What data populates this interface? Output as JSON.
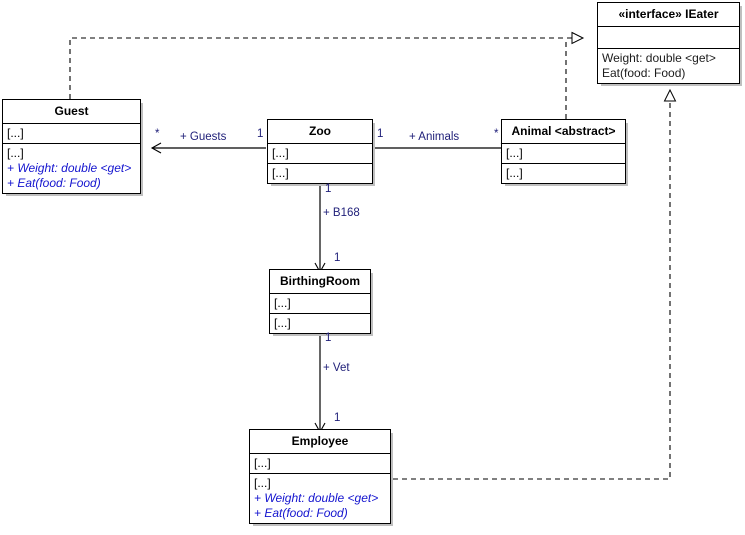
{
  "diagram": {
    "type": "uml-class-diagram",
    "classes": [
      {
        "id": "guest",
        "name": "Guest",
        "attributes": [
          "[...]"
        ],
        "operations": [
          "[...]",
          "+ Weight: double <get>",
          "+ Eat(food: Food)"
        ]
      },
      {
        "id": "zoo",
        "name": "Zoo",
        "attributes": [
          "[...]"
        ],
        "operations": [
          "[...]"
        ]
      },
      {
        "id": "animal",
        "name": "Animal <abstract>",
        "attributes": [
          "[...]"
        ],
        "operations": [
          "[...]"
        ]
      },
      {
        "id": "ieater",
        "name": "«interface» IEater",
        "attributes": [],
        "operations": [
          "Weight: double <get>",
          "Eat(food: Food)"
        ]
      },
      {
        "id": "birthingroom",
        "name": "BirthingRoom",
        "attributes": [
          "[...]"
        ],
        "operations": [
          "[...]"
        ]
      },
      {
        "id": "employee",
        "name": "Employee",
        "attributes": [
          "[...]"
        ],
        "operations": [
          "[...]",
          "+ Weight: double <get>",
          "+ Eat(food: Food)"
        ]
      }
    ],
    "associations": [
      {
        "id": "zoo-guest",
        "from": "Zoo",
        "to": "Guest",
        "role": "+ Guests",
        "source_multiplicity": "1",
        "target_multiplicity": "*"
      },
      {
        "id": "zoo-animal",
        "from": "Zoo",
        "to": "Animal <abstract>",
        "role": "+ Animals",
        "source_multiplicity": "1",
        "target_multiplicity": "*"
      },
      {
        "id": "zoo-birthingroom",
        "from": "Zoo",
        "to": "BirthingRoom",
        "role": "+ B168",
        "source_multiplicity": "1",
        "target_multiplicity": "1"
      },
      {
        "id": "birthingroom-employee",
        "from": "BirthingRoom",
        "to": "Employee",
        "role": "+ Vet",
        "source_multiplicity": "1",
        "target_multiplicity": "1"
      }
    ],
    "realizations": [
      {
        "id": "guest-ieater",
        "from": "Guest",
        "to": "«interface» IEater"
      },
      {
        "id": "animal-ieater",
        "from": "Animal <abstract>",
        "to": "«interface» IEater"
      },
      {
        "id": "employee-ieater",
        "from": "Employee",
        "to": "«interface» IEater"
      }
    ],
    "colors": {
      "line": "#000000",
      "box_border": "#000000",
      "box_fill": "#ffffff",
      "shadow": "#bfbfbf",
      "implemented_member": "#1414cf",
      "label": "#21217a",
      "canvas": "#ffffff"
    }
  }
}
